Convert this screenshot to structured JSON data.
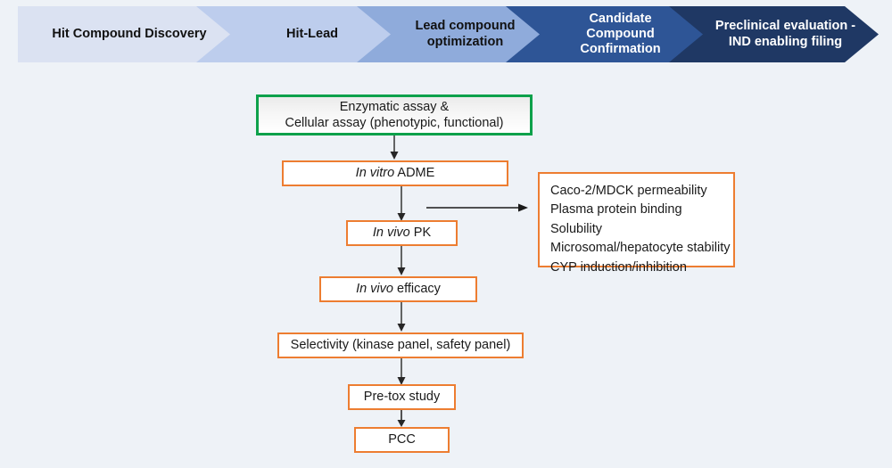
{
  "banner": {
    "name": "drug-discovery-stage-banner",
    "stages": [
      {
        "label": "Hit Compound Discovery",
        "color": "#dbe2f2",
        "text": "#111111"
      },
      {
        "label": "Hit-Lead",
        "color": "#bdcded",
        "text": "#111111"
      },
      {
        "label": "Lead compound optimization",
        "color": "#8fabdb",
        "text": "#111111"
      },
      {
        "label": "Candidate Compound Confirmation",
        "color": "#2e5596",
        "text": "#ffffff"
      },
      {
        "label": "Preclinical evaluation - IND enabling filing",
        "color": "#1f3864",
        "text": "#ffffff"
      }
    ]
  },
  "flowchart": {
    "assay_box": {
      "line1": "Enzymatic assay &",
      "line2": "Cellular assay (phenotypic, functional)",
      "border_color": "#0DA14B"
    },
    "steps": [
      {
        "id": "in-vitro-adme",
        "italic": "In vitro",
        "rest": " ADME"
      },
      {
        "id": "in-vivo-pk",
        "italic": "In vivo",
        "rest": " PK"
      },
      {
        "id": "in-vivo-efficacy",
        "italic": "In vivo",
        "rest": " efficacy"
      },
      {
        "id": "selectivity",
        "italic": "",
        "rest": "Selectivity (kinase panel, safety panel)"
      },
      {
        "id": "pre-tox-study",
        "italic": "",
        "rest": "Pre-tox study"
      },
      {
        "id": "pcc",
        "italic": "",
        "rest": "PCC"
      }
    ],
    "side_panel": {
      "border_color": "#ED7D31",
      "items": [
        "Caco-2/MDCK permeability",
        "Plasma protein binding",
        "Solubility",
        "Microsomal/hepatocyte stability",
        "CYP induction/inhibition"
      ]
    }
  },
  "colors": {
    "background": "#eef2f7",
    "orange": "#ED7D31",
    "green": "#0DA14B",
    "arrow": "#404040"
  }
}
